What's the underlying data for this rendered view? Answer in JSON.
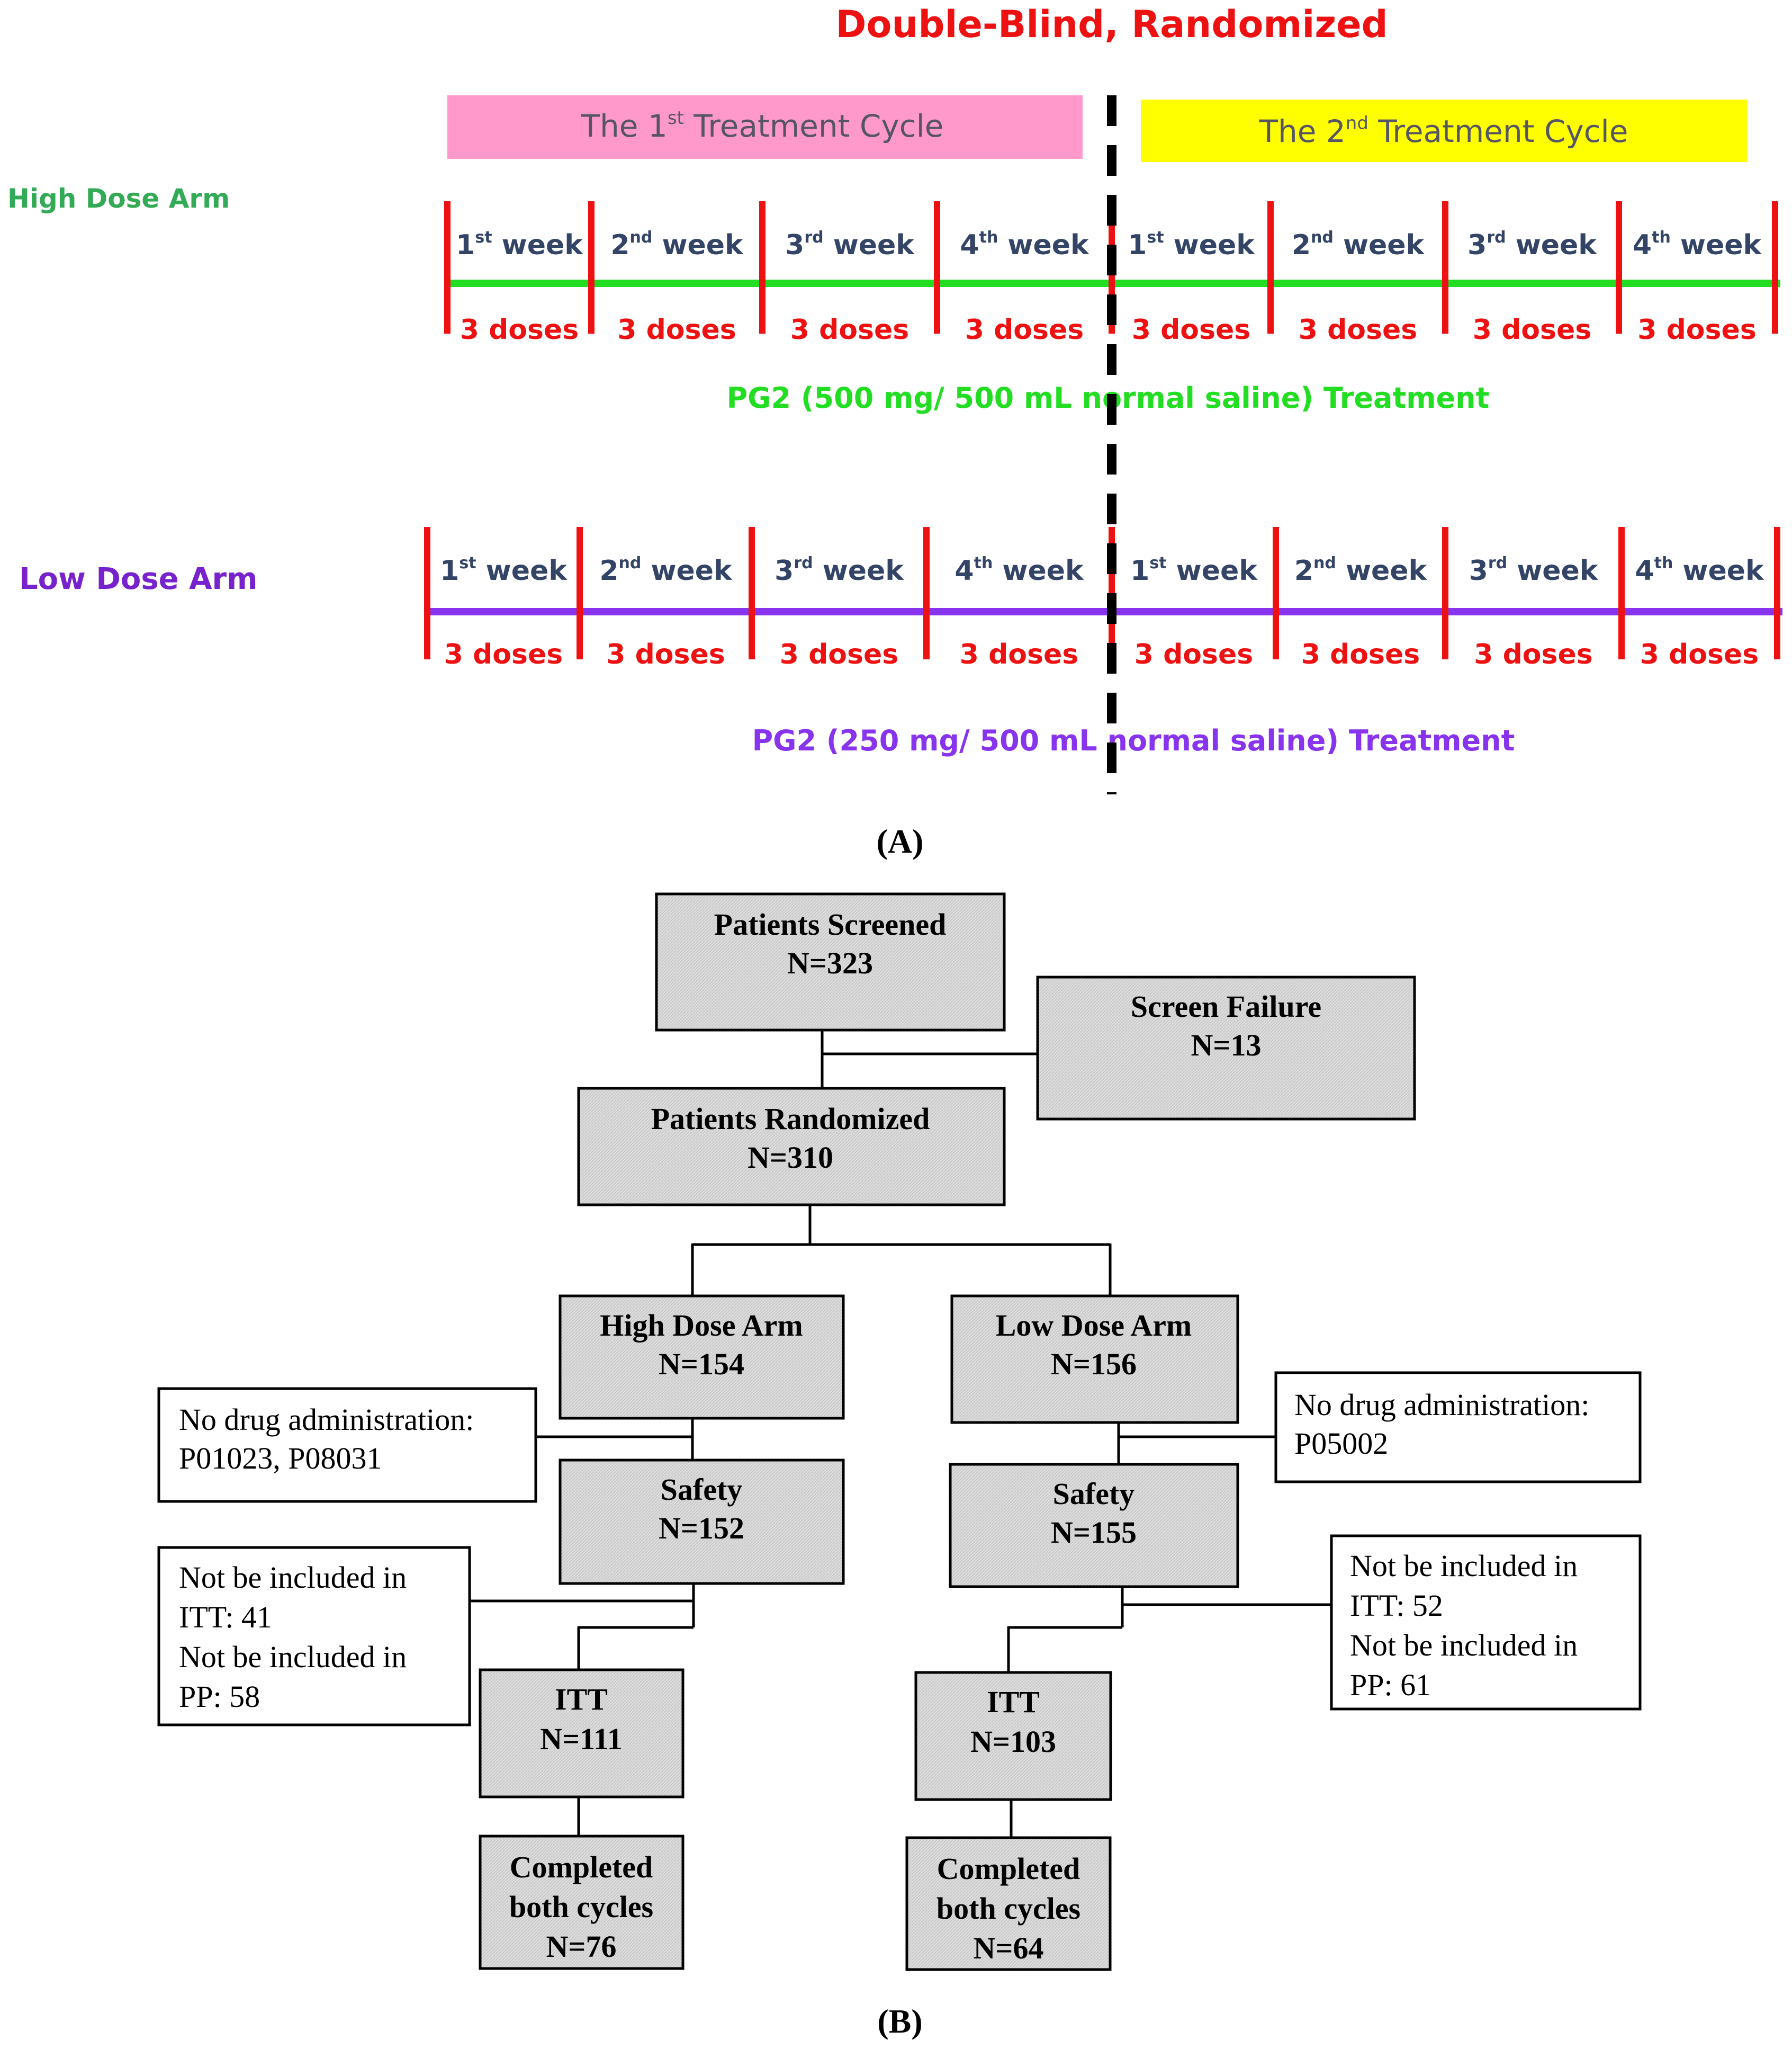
{
  "partA": {
    "title": "Double-Blind, Randomized",
    "cycle1": {
      "prefix": "The 1",
      "sup": "st",
      "suffix": " Treatment Cycle"
    },
    "cycle2": {
      "prefix": "The 2",
      "sup": "nd",
      "suffix": " Treatment Cycle"
    },
    "week_labels": [
      {
        "num": "1",
        "sup": "st"
      },
      {
        "num": "2",
        "sup": "nd"
      },
      {
        "num": "3",
        "sup": "rd"
      },
      {
        "num": "4",
        "sup": "th"
      }
    ],
    "week_word": "week",
    "doses_label": "3 doses",
    "high_arm": {
      "label": "High Dose Arm",
      "treatment": "PG2 (500 mg/ 500 mL normal saline) Treatment"
    },
    "low_arm": {
      "label": "Low Dose Arm",
      "treatment": "PG2 (250 mg/ 500 mL normal saline) Treatment"
    },
    "caption": "(A)"
  },
  "partB": {
    "screened": {
      "title": "Patients Screened",
      "n": "N=323"
    },
    "screen_failure": {
      "title": "Screen Failure",
      "n": "N=13"
    },
    "randomized": {
      "title": "Patients Randomized",
      "n": "N=310"
    },
    "high": {
      "arm": {
        "title": "High Dose Arm",
        "n": "N=154"
      },
      "no_drug": {
        "line1": "No drug administration:",
        "line2": "P01023, P08031"
      },
      "safety": {
        "title": "Safety",
        "n": "N=152"
      },
      "excluded": {
        "line1": "Not be included in",
        "line2": "ITT: 41",
        "line3": "Not be included in",
        "line4": "PP: 58"
      },
      "itt": {
        "title": "ITT",
        "n": "N=111"
      },
      "completed": {
        "line1": "Completed",
        "line2": "both cycles",
        "n": "N=76"
      }
    },
    "low": {
      "arm": {
        "title": "Low Dose Arm",
        "n": "N=156"
      },
      "no_drug": {
        "line1": "No drug administration:",
        "line2": "P05002"
      },
      "safety": {
        "title": "Safety",
        "n": "N=155"
      },
      "excluded": {
        "line1": "Not be included in",
        "line2": "ITT: 52",
        "line3": "Not be included in",
        "line4": "PP: 61"
      },
      "itt": {
        "title": "ITT",
        "n": "N=103"
      },
      "completed": {
        "line1": "Completed",
        "line2": "both cycles",
        "n": "N=64"
      }
    },
    "caption": "(B)"
  },
  "colors": {
    "title_red": "#ee1111",
    "cycle1_bg": "#ff99cc",
    "cycle2_bg": "#ffff00",
    "cycle_text": "#555566",
    "week_text": "#334466",
    "tick_red": "#ee1111",
    "high_green": "#22dd22",
    "high_label": "#33aa55",
    "low_purple": "#8833ee",
    "low_label": "#7722cc",
    "box_fill": "#d9d9d9"
  }
}
